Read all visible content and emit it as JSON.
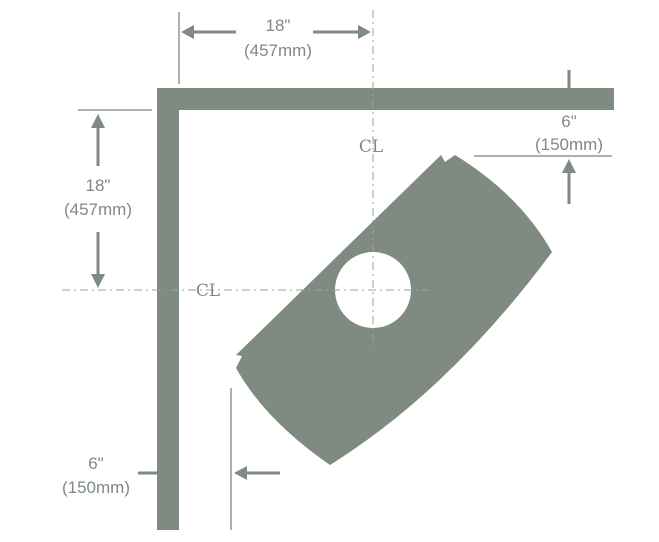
{
  "dimensions": {
    "top_offset": {
      "inches": "18\"",
      "mm": "(457mm)"
    },
    "left_offset": {
      "inches": "18\"",
      "mm": "(457mm)"
    },
    "right_clearance": {
      "inches": "6\"",
      "mm": "(150mm)"
    },
    "bottom_clearance": {
      "inches": "6\"",
      "mm": "(150mm)"
    }
  },
  "centerline_marks": {
    "vertical": "CL",
    "horizontal": "CL"
  },
  "colors": {
    "shape": "#7f8a80",
    "line": "#8f9890",
    "background": "#ffffff"
  }
}
